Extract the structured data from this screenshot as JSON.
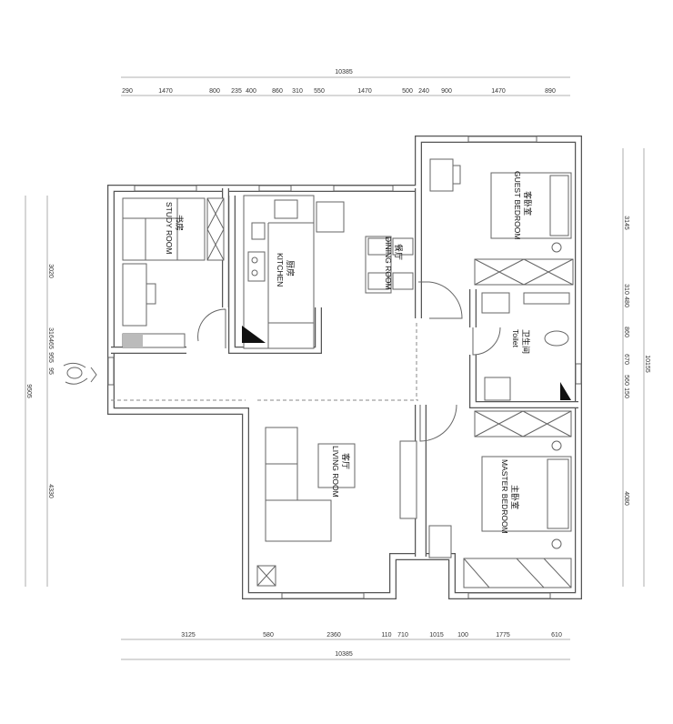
{
  "dimensions": {
    "top_total": "10385",
    "top": [
      "290",
      "1470",
      "800",
      "235",
      "400",
      "860",
      "310",
      "550",
      "1470",
      "500",
      "240",
      "900",
      "1470",
      "890"
    ],
    "bottom": [
      "3125",
      "580",
      "2360",
      "110",
      "710",
      "1015",
      "100",
      "1775",
      "610"
    ],
    "bottom_total": "10385",
    "left": [
      "3020",
      "316",
      "465",
      "955",
      "95",
      "4330"
    ],
    "left_total": "9505",
    "right": [
      "3145",
      "310",
      "480",
      "860",
      "670",
      "560",
      "150",
      "4080"
    ],
    "right_total": "10155"
  },
  "rooms": {
    "study": {
      "cn": "书房",
      "en": "STUDY ROOM"
    },
    "kitchen": {
      "cn": "厨房",
      "en": "KITCHEN"
    },
    "dining": {
      "cn": "餐厅",
      "en": "DINING ROOM"
    },
    "guest_bedroom": {
      "cn": "客卧室",
      "en": "GUEST BEDROOM"
    },
    "toilet": {
      "cn": "卫生间",
      "en": "Toilet"
    },
    "master_bedroom": {
      "cn": "主卧室",
      "en": "MASTER BEDROOM"
    },
    "living": {
      "cn": "客厅",
      "en": "LIVING ROOM"
    }
  },
  "colors": {
    "wall": "#555555",
    "fill_marker": "#111111"
  }
}
